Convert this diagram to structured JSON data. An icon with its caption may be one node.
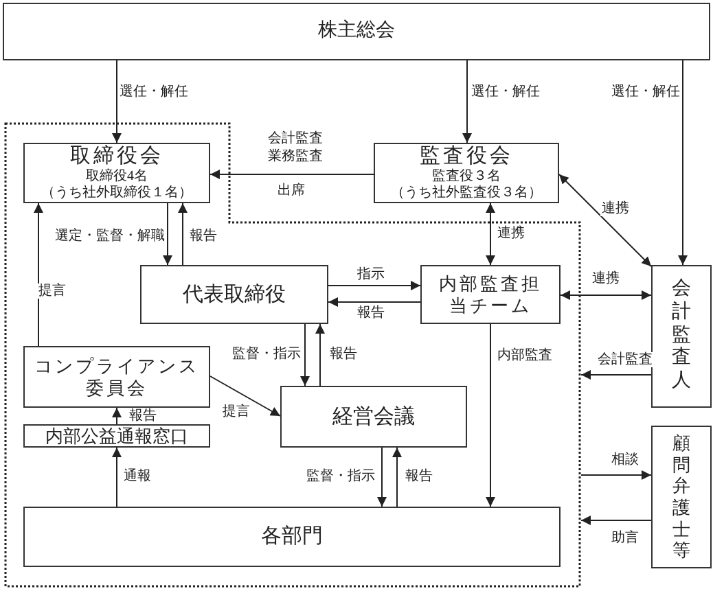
{
  "diagram": {
    "nodes": [
      {
        "text": [
          "株主総会"
        ]
      },
      {
        "text": [],
        "shape": "polygon"
      },
      {
        "text": [
          "取締役会",
          "取締役4名",
          "（うち社外取締役１名）"
        ],
        "in": 1
      },
      {
        "text": [
          "監査役会",
          "監査役３名",
          "（うち社外監査役３名）"
        ]
      },
      {
        "text": [
          "代表取締役"
        ],
        "in": 1
      },
      {
        "text": [
          "内部監査担当チーム"
        ],
        "in": 1
      },
      {
        "text": [
          "会計監査人"
        ]
      },
      {
        "text": [
          "コンプライアンス委員会"
        ],
        "in": 1
      },
      {
        "text": [
          "内部公益通報窓口"
        ],
        "in": 1
      },
      {
        "text": [
          "経営会議"
        ],
        "in": 1
      },
      {
        "text": [
          "顧問弁護士等"
        ]
      },
      {
        "text": [
          "各部門"
        ],
        "in": 1
      }
    ],
    "edges": [
      {
        "from": 0,
        "to": 2,
        "arrow": "to",
        "label": "選任・解任"
      },
      {
        "from": 0,
        "to": 3,
        "arrow": "to",
        "label": "選任・解任"
      },
      {
        "from": 0,
        "to": 6,
        "arrow": "to",
        "label": "選任・解任"
      },
      {
        "from": 3,
        "to": 2,
        "arrow": "to",
        "label": "出席"
      },
      {
        "from": 2,
        "to": 4,
        "arrow": "to",
        "label": "選定・監督・解職"
      },
      {
        "from": 4,
        "to": 2,
        "arrow": "to",
        "label": "報告"
      },
      {
        "from": 3,
        "to": 6,
        "arrow": "both",
        "label": "連携"
      },
      {
        "from": 3,
        "to": 5,
        "arrow": "both",
        "label": "連携"
      },
      {
        "from": 4,
        "to": 5,
        "arrow": "to",
        "label": "指示"
      },
      {
        "from": 5,
        "to": 4,
        "arrow": "to",
        "label": "報告"
      },
      {
        "from": 5,
        "to": 6,
        "arrow": "both",
        "label": "連携"
      },
      {
        "from": 7,
        "to": 2,
        "arrow": "to",
        "label": "提言"
      },
      {
        "from": 4,
        "to": 9,
        "arrow": "to",
        "label": "監督・指示"
      },
      {
        "from": 9,
        "to": 4,
        "arrow": "to",
        "label": "報告"
      },
      {
        "from": 7,
        "to": 9,
        "arrow": "to",
        "label": "提言"
      },
      {
        "from": 8,
        "to": 7,
        "arrow": "to",
        "label": "報告"
      },
      {
        "from": 11,
        "to": 8,
        "arrow": "to",
        "label": "通報"
      },
      {
        "from": 9,
        "to": 11,
        "arrow": "to",
        "label": "監督・指示"
      },
      {
        "from": 11,
        "to": 9,
        "arrow": "to",
        "label": "報告"
      },
      {
        "from": 5,
        "to": 11,
        "arrow": "to",
        "label": "内部監査"
      },
      {
        "from": 6,
        "to": 1,
        "arrow": "to",
        "label": "会計監査"
      },
      {
        "from": 1,
        "to": 10,
        "arrow": "to",
        "label": "相談"
      },
      {
        "from": 10,
        "to": 1,
        "arrow": "to",
        "label": "助言"
      }
    ],
    "labels": [
      "会計監査",
      "業務監査"
    ]
  }
}
